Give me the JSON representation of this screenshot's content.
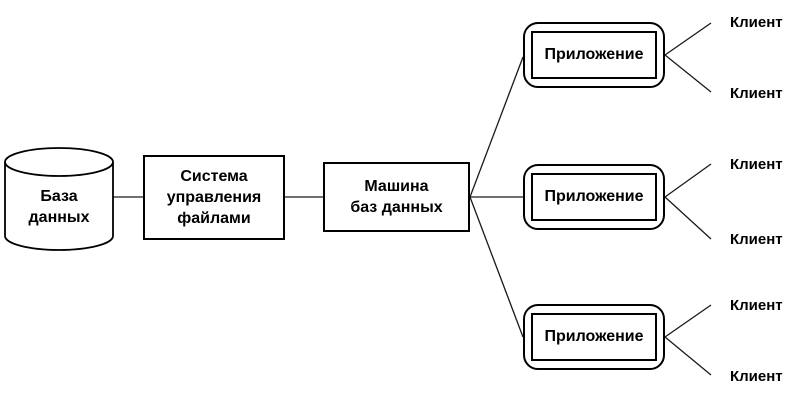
{
  "nodes": {
    "database": {
      "label": "База\nданных",
      "shape": "cylinder"
    },
    "file_system": {
      "label": "Система\nуправления\nфайлами",
      "shape": "rectangle"
    },
    "db_machine": {
      "label": "Машина\nбаз данных",
      "shape": "rectangle"
    },
    "applications": [
      {
        "label": "Приложение",
        "shape": "double-rounded-rectangle"
      },
      {
        "label": "Приложение",
        "shape": "double-rounded-rectangle"
      },
      {
        "label": "Приложение",
        "shape": "double-rounded-rectangle"
      }
    ],
    "clients": [
      {
        "label": "Клиент"
      },
      {
        "label": "Клиент"
      },
      {
        "label": "Клиент"
      },
      {
        "label": "Клиент"
      },
      {
        "label": "Клиент"
      },
      {
        "label": "Клиент"
      }
    ]
  },
  "edges": [
    "database — file_system",
    "file_system — db_machine",
    "db_machine — application_1",
    "db_machine — application_2",
    "db_machine — application_3",
    "application_1 — client_1",
    "application_1 — client_2",
    "application_2 — client_3",
    "application_2 — client_4",
    "application_3 — client_5",
    "application_3 — client_6"
  ],
  "colors": {
    "background": "#ffffff",
    "stroke": "#000000",
    "line": "#1a1a1a",
    "text": "#000000"
  }
}
